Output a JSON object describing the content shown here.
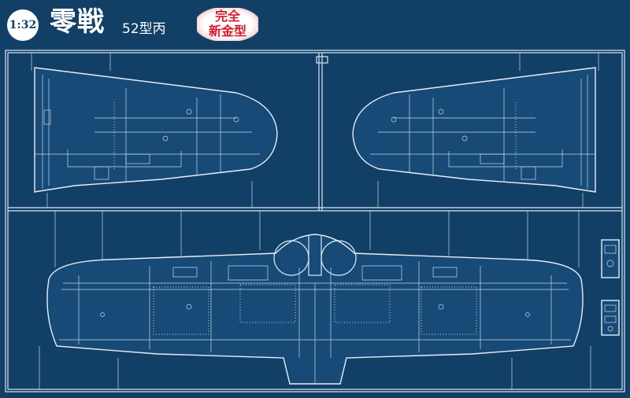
{
  "header": {
    "scale": "1:32",
    "title": "零戦",
    "subtitle": "52型丙",
    "badge_line1": "完全",
    "badge_line2": "新金型"
  },
  "colors": {
    "background": "#123f66",
    "line": "#d8e6f4",
    "badge_text": "#d7182a"
  }
}
